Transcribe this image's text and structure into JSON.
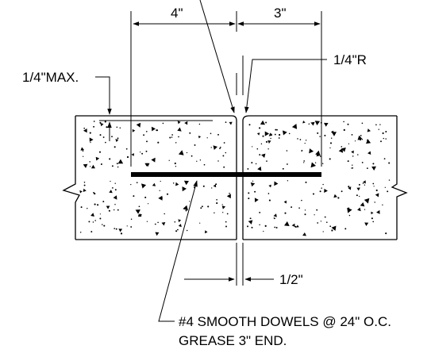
{
  "labels": {
    "dim_left": "4\"",
    "dim_right": "3\"",
    "radius": "1/4\"R",
    "max_depth": "1/4\"MAX.",
    "joint_width": "1/2\"",
    "dowel_line1": "#4 SMOOTH DOWELS @ 24\" O.C.",
    "dowel_line2": "GREASE 3\" END."
  },
  "colors": {
    "line": "#000000",
    "background": "#ffffff"
  }
}
